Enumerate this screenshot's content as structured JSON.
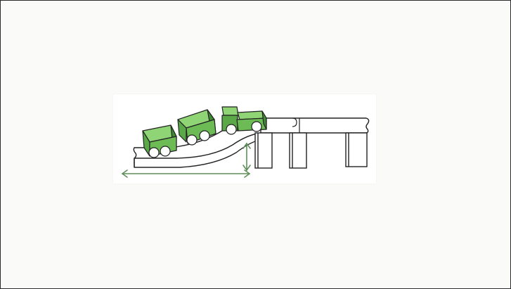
{
  "scene": {
    "description_text": "",
    "colors": {
      "page_bg": "#fafaf8",
      "card_bg": "#ffffff",
      "outline": "#222222",
      "train_light": "#7cc862",
      "train_mid": "#5aa847",
      "train_dark": "#3f8a33",
      "measure_arrow": "#5f8f5a"
    },
    "icons": [
      "toy-train",
      "wooden-track-ramp",
      "bridge-pillars",
      "horizontal-distance-arrow",
      "vertical-height-arrow"
    ]
  }
}
